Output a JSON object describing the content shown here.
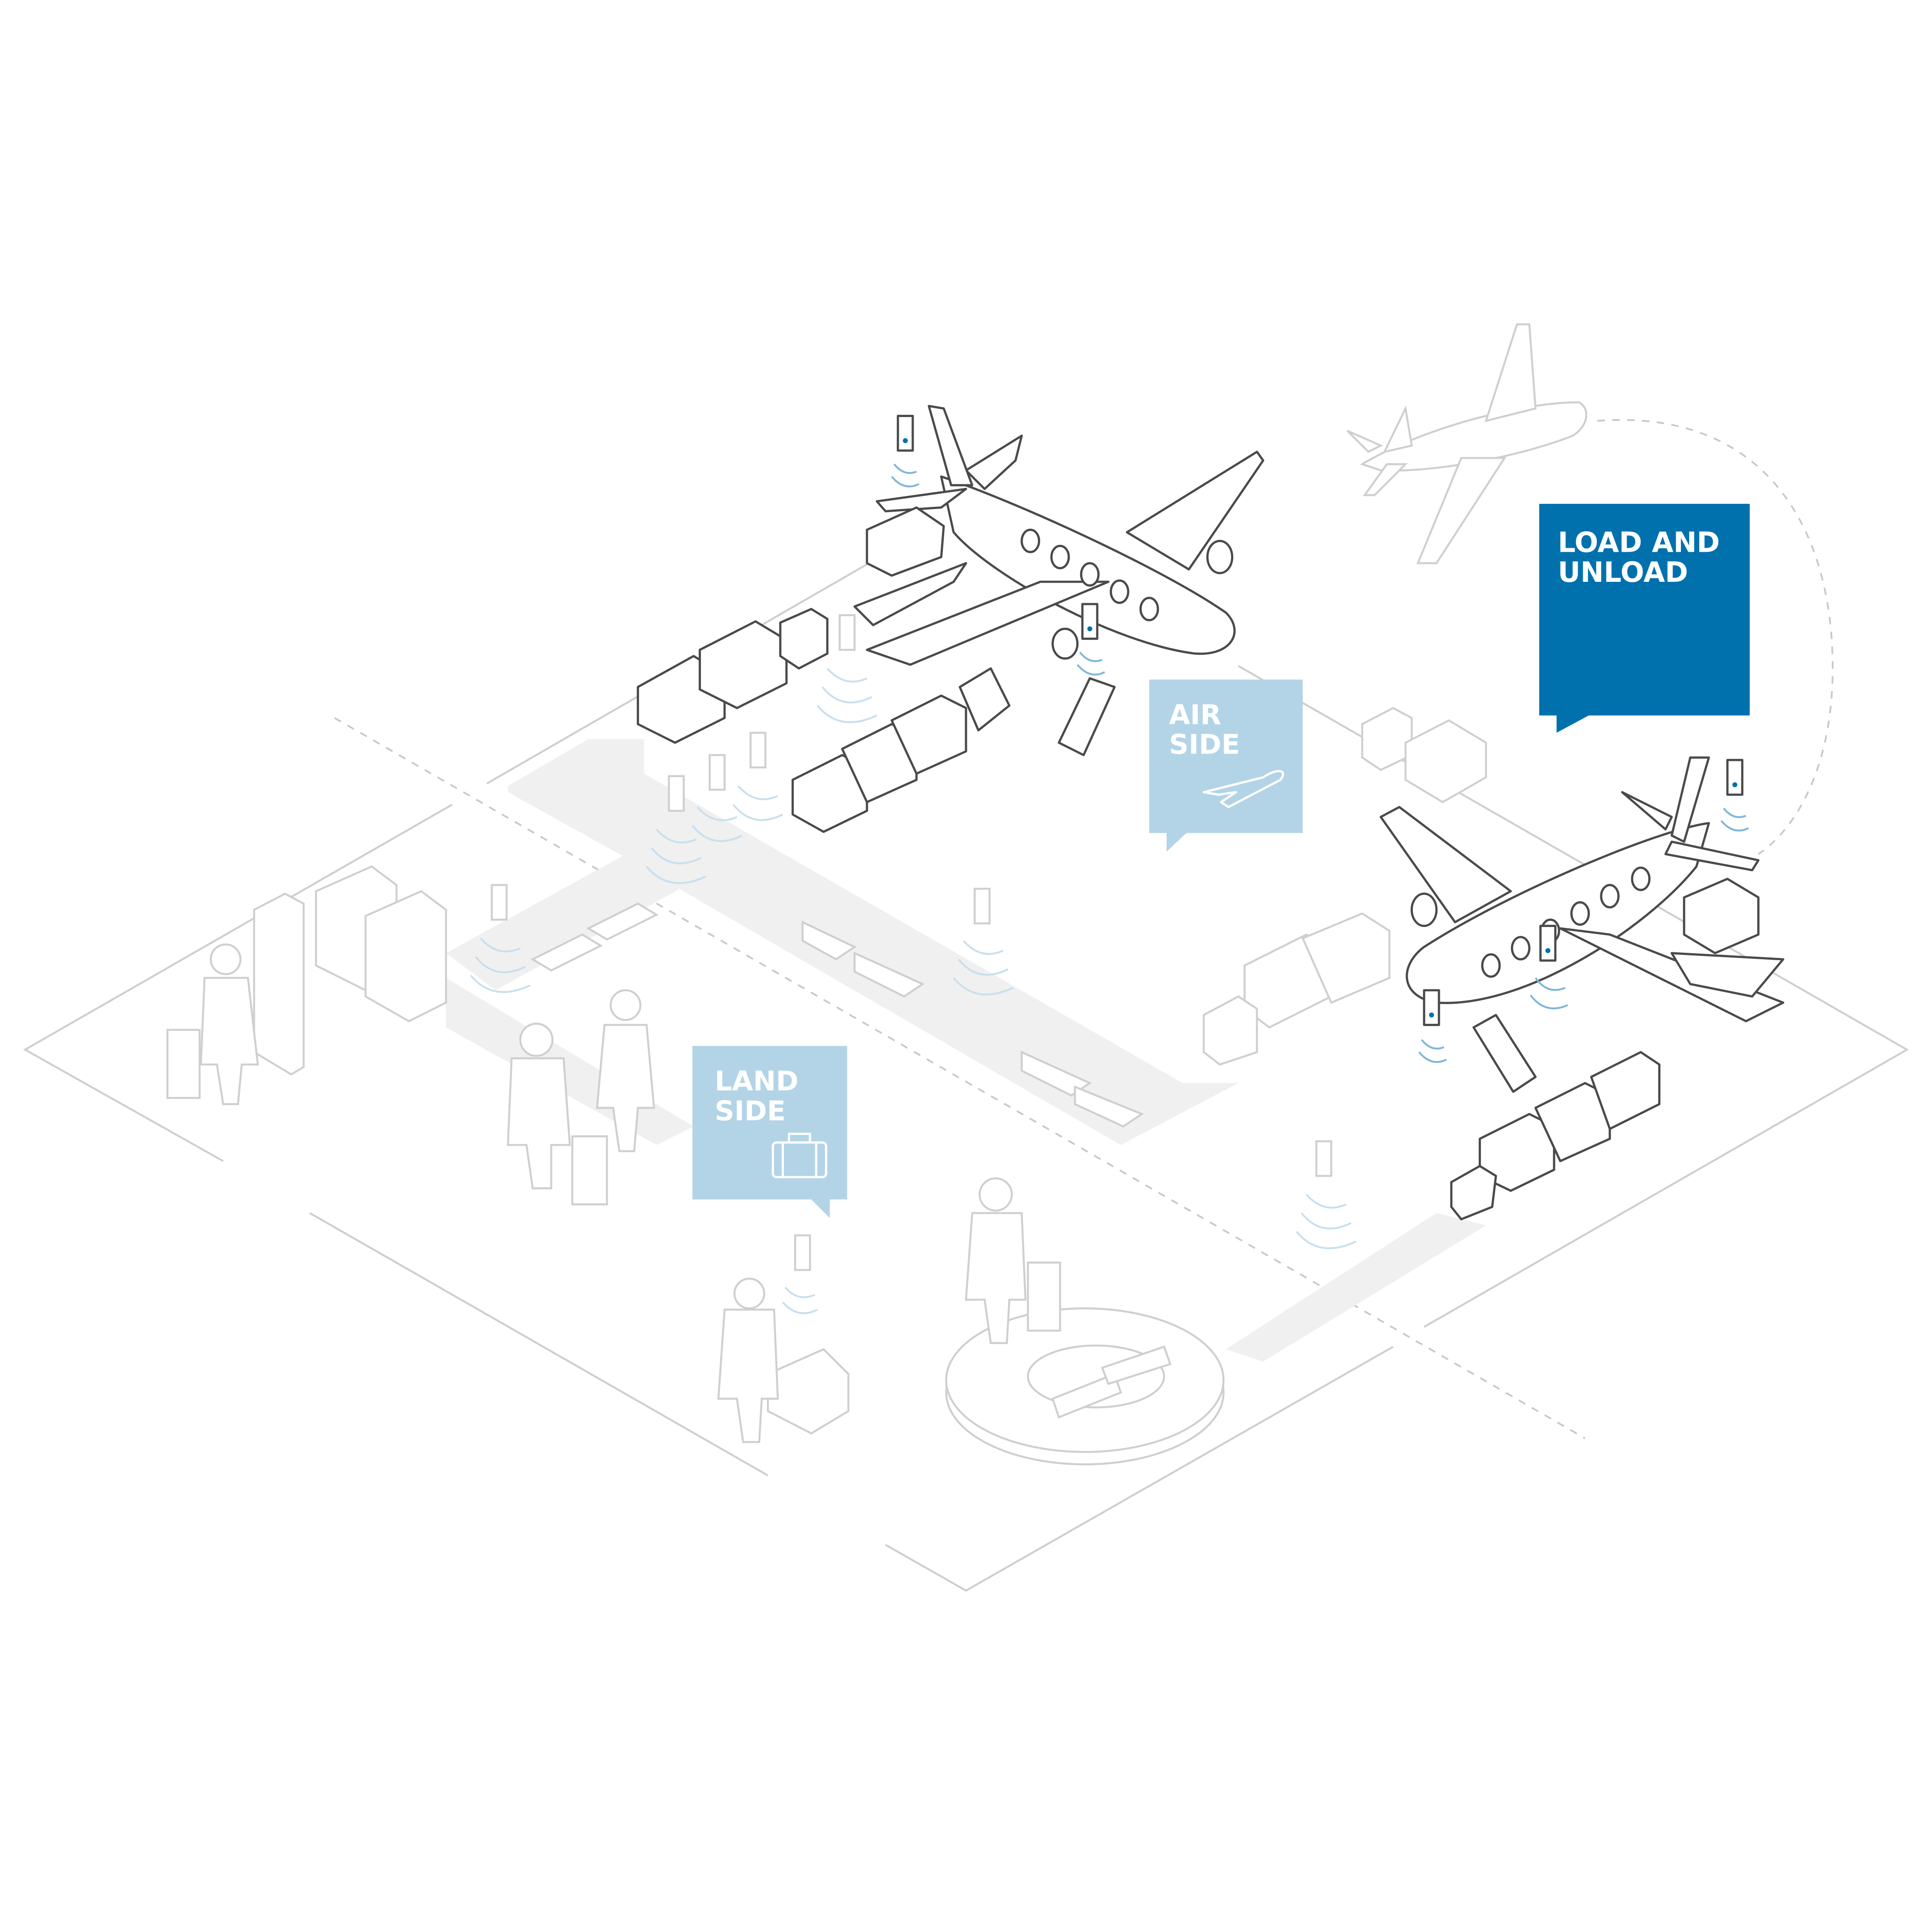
{
  "labels": {
    "load_unload": {
      "line1": "LOAD AND",
      "line2": "UNLOAD"
    },
    "air_side": {
      "line1": "AIR",
      "line2": "SIDE",
      "icon": "airplane-icon"
    },
    "land_side": {
      "line1": "LAND",
      "line2": "SIDE",
      "icon": "suitcase-icon"
    }
  },
  "colors": {
    "primary_blue": "#0071ad",
    "light_blue": "#b3d4e6",
    "outline_dark": "#4a4a4a",
    "outline_light": "#cfcfcf",
    "signal_blue": "#7fb6d8"
  }
}
